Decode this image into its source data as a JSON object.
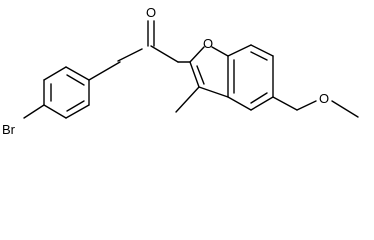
{
  "molecule": {
    "atoms": {
      "oxygen_carbonyl": "O",
      "oxygen_furan": "O",
      "oxygen_methoxy": "O",
      "bromine": "Br"
    }
  }
}
